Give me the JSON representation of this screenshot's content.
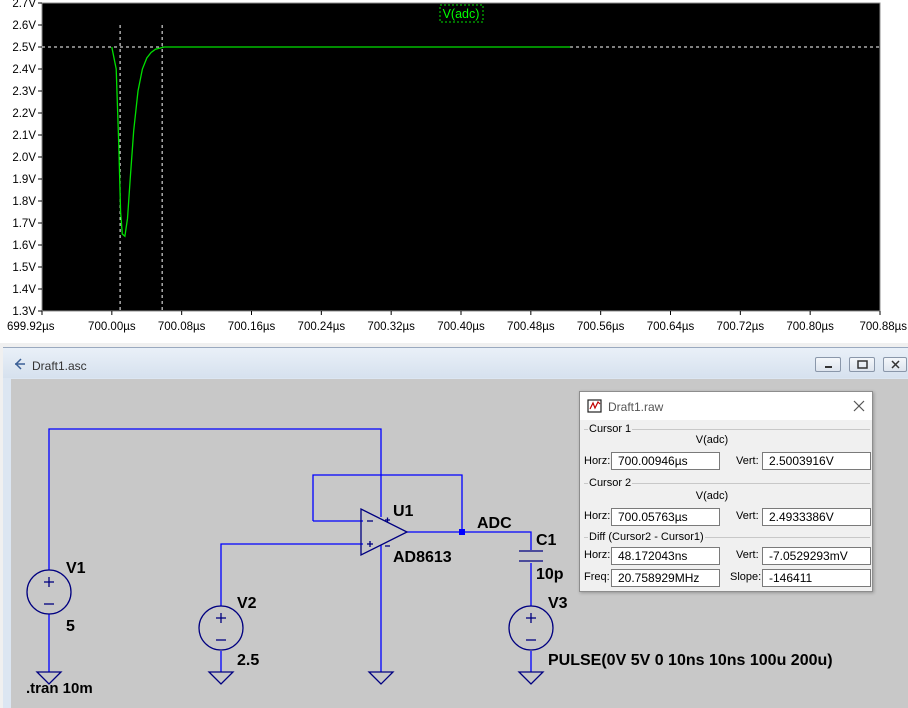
{
  "plot": {
    "trace_label": "V(adc)",
    "y_ticks": [
      "2.7V",
      "2.6V",
      "2.5V",
      "2.4V",
      "2.3V",
      "2.2V",
      "2.1V",
      "2.0V",
      "1.9V",
      "1.8V",
      "1.7V",
      "1.6V",
      "1.5V",
      "1.4V",
      "1.3V"
    ],
    "x_ticks": [
      "699.92µs",
      "700.00µs",
      "700.08µs",
      "700.16µs",
      "700.24µs",
      "700.32µs",
      "700.40µs",
      "700.48µs",
      "700.56µs",
      "700.64µs",
      "700.72µs",
      "700.80µs",
      "700.88µs"
    ],
    "colors": {
      "background": "#000000",
      "trace": "#00e000",
      "cursor": "#ffffff",
      "frame": "#8c8c8c"
    }
  },
  "chart_data": {
    "type": "line",
    "title": "V(adc)",
    "xlabel": "",
    "ylabel": "",
    "xlim_us": [
      699.92,
      700.88
    ],
    "ylim_V": [
      1.3,
      2.7
    ],
    "grid": false,
    "series": [
      {
        "name": "V(adc)",
        "x_us": [
          700.0,
          700.005,
          700.008,
          700.01,
          700.012,
          700.015,
          700.018,
          700.021,
          700.025,
          700.03,
          700.035,
          700.04,
          700.045,
          700.05,
          700.06,
          700.08,
          700.2,
          700.525
        ],
        "y_V": [
          2.5,
          2.4,
          2.05,
          1.75,
          1.65,
          1.64,
          1.72,
          1.9,
          2.12,
          2.3,
          2.4,
          2.45,
          2.475,
          2.49,
          2.5,
          2.5,
          2.5,
          2.5
        ]
      }
    ],
    "cursors_us": [
      700.00946,
      700.05763
    ]
  },
  "schematic": {
    "title": "Draft1.asc",
    "labels": {
      "v1_name": "V1",
      "v1_value": "5",
      "v2_name": "V2",
      "v2_value": "2.5",
      "v3_name": "V3",
      "v3_value": "PULSE(0V 5V 0 10ns 10ns 100u 200u)",
      "u1_name": "U1",
      "u1_part": "AD8613",
      "c1_name": "C1",
      "c1_value": "10p",
      "net_adc": "ADC",
      "directive": ".tran 10m"
    },
    "colors": {
      "wire": "#0000ff",
      "component": "#000080",
      "background": "#c8c8c8"
    }
  },
  "cursor_dialog": {
    "title": "Draft1.raw",
    "cursor1": {
      "group": "Cursor 1",
      "trace": "V(adc)",
      "horz_label": "Horz:",
      "horz": "700.00946µs",
      "vert_label": "Vert:",
      "vert": "2.5003916V"
    },
    "cursor2": {
      "group": "Cursor 2",
      "trace": "V(adc)",
      "horz_label": "Horz:",
      "horz": "700.05763µs",
      "vert_label": "Vert:",
      "vert": "2.4933386V"
    },
    "diff": {
      "group": "Diff (Cursor2 - Cursor1)",
      "horz_label": "Horz:",
      "horz": "48.172043ns",
      "vert_label": "Vert:",
      "vert": "-7.0529293mV",
      "freq_label": "Freq:",
      "freq": "20.758929MHz",
      "slope_label": "Slope:",
      "slope": "-146411"
    }
  }
}
